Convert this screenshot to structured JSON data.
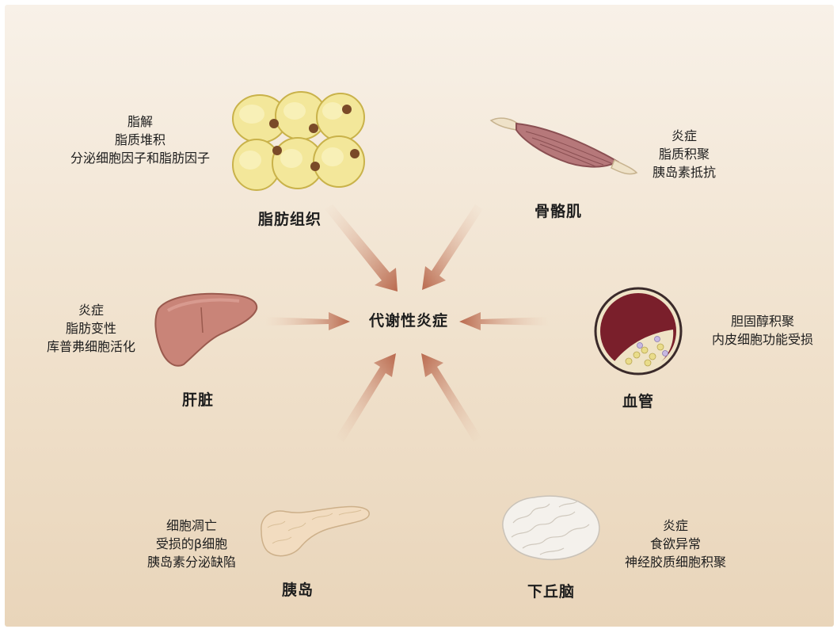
{
  "center_label": "代谢性炎症",
  "organs": {
    "adipose": {
      "name": "脂肪组织",
      "effects": [
        "脂解",
        "脂质堆积",
        "分泌细胞因子和脂肪因子"
      ]
    },
    "muscle": {
      "name": "骨骼肌",
      "effects": [
        "炎症",
        "脂质积聚",
        "胰岛素抵抗"
      ]
    },
    "liver": {
      "name": "肝脏",
      "effects": [
        "炎症",
        "脂肪变性",
        "库普弗细胞活化"
      ]
    },
    "vessel": {
      "name": "血管",
      "effects": [
        "胆固醇积聚",
        "内皮细胞功能受损"
      ]
    },
    "islet": {
      "name": "胰岛",
      "effects": [
        "细胞凋亡",
        "受损的β细胞",
        "胰岛素分泌缺陷"
      ]
    },
    "hypothalamus": {
      "name": "下丘脑",
      "effects": [
        "炎症",
        "食欲异常",
        "神经胶质细胞积聚"
      ]
    }
  },
  "colors": {
    "arrow": "#b9694e",
    "fat_cell": "#f3e79a",
    "muscle": "#b6787a",
    "liver": "#c98478",
    "vessel": "#7a1f2b",
    "pancreas": "#f2dcc0",
    "brain": "#f4f1ec"
  }
}
